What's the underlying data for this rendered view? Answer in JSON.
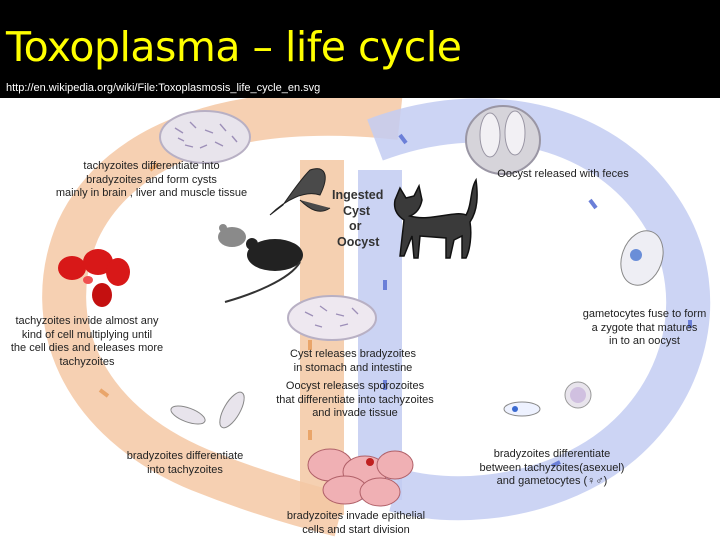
{
  "title": "Toxoplasma – life cycle",
  "source_url": "http://en.wikipedia.org/wiki/File:Toxoplasmosis_life_cycle_en.svg",
  "colors": {
    "host_cycle": "#f3c5a0",
    "cat_cycle": "#b9c4ee",
    "title": "#ffff00"
  },
  "labels": {
    "form_cysts": [
      "tachyzoites differentiate into",
      "bradyzoites and form cysts",
      "mainly in brain , liver and muscle tissue"
    ],
    "ingested": [
      "Ingested",
      "Cyst",
      "or",
      "Oocyst"
    ],
    "oocyst_released": "Oocyst released with feces",
    "invade_cells": [
      "tachyzoites invide almost any",
      "kind of cell multiplying until",
      "the cell dies and releases more",
      "tachyzoites"
    ],
    "gametocytes_fuse": [
      "gametocytes fuse to form",
      "a zygote that matures",
      "in to an oocyst"
    ],
    "cyst_releases": [
      "Cyst releases bradyzoites",
      "in stomach and intestine"
    ],
    "oocyst_sporozoites": [
      "Oocyst releases sporozoites",
      "that differentiate into tachyzoites",
      "and invade tissue"
    ],
    "brady_to_tachy": [
      "bradyzoites differentiate",
      "into tachyzoites"
    ],
    "brady_diff_between": [
      "bradyzoites differentiate",
      "between tachyzoites(asexuel)",
      "and gametocytes (♀♂)"
    ],
    "brady_invade": [
      "bradyzoites invade epithelial",
      "cells and start division"
    ]
  }
}
